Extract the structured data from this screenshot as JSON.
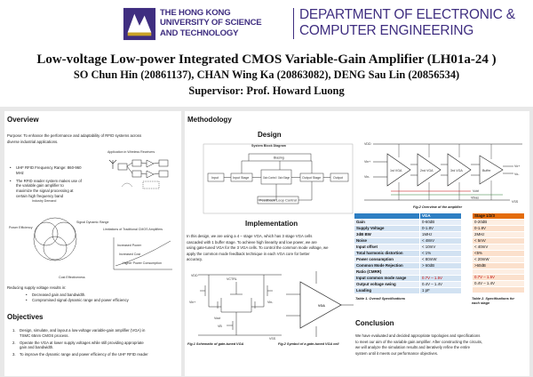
{
  "header": {
    "university_lines": [
      "THE HONG KONG",
      "UNIVERSITY OF SCIENCE",
      "AND TECHNOLOGY"
    ],
    "department_lines": [
      "DEPARTMENT OF ELECTRONIC &",
      "COMPUTER ENGINEERING"
    ],
    "title": "Low-voltage Low-power Integrated CMOS Variable-Gain Amplifier (LH01a-24 )",
    "authors": "SO Chun Hin (20861137), CHAN Wing Ka (20863082), DENG Sau Lin (20856534)",
    "supervisor": "Supervisor: Prof. Howard Luong",
    "colors": {
      "brand": "#3f2e80",
      "logo_gold": "#c9a227"
    }
  },
  "overview": {
    "heading": "Overview",
    "purpose_lines": [
      "Purpose: To enhance the performance and adaptability of RFID systems across",
      "diverse industrial applications."
    ],
    "bullets": [
      [
        "UHF RFID Frequency Range: 860-960",
        "MHz"
      ],
      [
        "The RFID reader system makes use of",
        "the variable gain amplifier to",
        "maximize the signal processing at",
        "certain high frequency band"
      ]
    ],
    "figure_labels": {
      "application_title": "Application in Wireless Receivers",
      "demand_title": "Industry Demand",
      "power_efficiency": "Power Efficiency",
      "signal_range": "Signal Dynamic Range",
      "cost_effectiveness": "Cost Effectiveness",
      "limitations_title": "Limitations of Traditional CMOS Amplifiers",
      "limit_items": [
        "Increased Power",
        "Increased Cost",
        "Higher Power Consumption"
      ]
    },
    "reduce_text": "Reducing supply voltage results in:",
    "reduce_bullets": [
      "Decreased gain and bandwidth.",
      "Compromised signal dynamic range and power efficiency"
    ]
  },
  "objectives": {
    "heading": "Objectives",
    "items": [
      {
        "num": "1.",
        "lines": [
          "Design, simulate, and layout a low-voltage variable-gain amplifier (VGA) in",
          "TSMC 65nm CMOS process."
        ]
      },
      {
        "num": "2.",
        "lines": [
          "Operate the VGA at lower supply voltages while still providing appropriate",
          "gain and bandwidth."
        ]
      },
      {
        "num": "3.",
        "lines": [
          "To improve the dynamic range and power efficiency of the UHF RFID reader"
        ]
      }
    ]
  },
  "methodology": {
    "heading": "Methodology",
    "design_heading": "Design",
    "block_title": "System Block Diagram",
    "blocks": {
      "biasing": "Biasing",
      "input": "Input",
      "input_stage": "Input Stage",
      "gain_control": "Gain Control / Gain Stage",
      "output_stage": "Output Stage",
      "output": "Output",
      "feedback": "Feedback Loop Control"
    },
    "fig2_caption": "Fig.2 Overview of the amplifier",
    "amp_labels": {
      "vdd": "VDD",
      "vss": "VSS",
      "vin_p": "Vin+",
      "vin_m": "Vin-",
      "vout_p": "Vo+",
      "vout_m": "Vo-",
      "stage1": "1st VGA",
      "stage2": "2nd VGA",
      "stage3": "3rd VGA",
      "buffer": "Buffer",
      "vctrl": "Vctrl",
      "vbias": "Vbias"
    }
  },
  "implementation": {
    "heading": "Implementation",
    "text_lines": [
      "In this design, we are using a 4 – stage VGA, which has 3 stage VGA cells",
      "cascaded with 1 buffer stage. To achieve high linearity and low power, we are",
      "using gate-tuned VGA for the 3 VGA cells. To control the common mode voltage, we",
      "apply the common mode feedback technique in each VGA core for better",
      "accuracy."
    ],
    "fig1_caption": "Fig.1 Schematic of gate-tuned VGA",
    "fig2_caption": "Fig.2 Symbol of a gate-tuned VGA cell",
    "schem_labels": {
      "vdd": "VDD",
      "vctrl": "VCTRL",
      "vinp": "Vin+",
      "vinm": "Vin-",
      "vout": "Vout",
      "vss": "VSS",
      "vb": "VB"
    }
  },
  "specs": {
    "t1_headers": [
      "",
      "VGA"
    ],
    "t1_rows": [
      [
        "Gain",
        "0-60dB"
      ],
      [
        "Supply Voltage",
        "0-1.8V"
      ],
      [
        "3dB BW",
        "1MHz"
      ],
      [
        "Noise",
        "< 48nV"
      ],
      [
        "Input offset",
        "< 10mV"
      ],
      [
        "Total harmonic distortion",
        "< 1%"
      ],
      [
        "Power consumption",
        "< 80mW"
      ],
      [
        "Common Mode Rejection",
        "> 60dB"
      ],
      [
        "Ratio (CMRR)",
        ""
      ],
      [
        "Input common mode range",
        "0.7V – 1.5V"
      ],
      [
        "Output voltage swing",
        "0.4V – 1.4V"
      ],
      [
        "Loading",
        "1 pF"
      ]
    ],
    "t2_headers": [
      "Stage 1/2/3"
    ],
    "t2_rows": [
      [
        "0-20dB"
      ],
      [
        "0-1.8V"
      ],
      [
        "2MHz"
      ],
      [
        "< 5mV"
      ],
      [
        "< 40mV"
      ],
      [
        "<5%"
      ],
      [
        "< 20mW"
      ],
      [
        ">60dB"
      ],
      [
        ""
      ],
      [
        "0.7V – 1.5V"
      ],
      [
        "0.4V – 1.4V"
      ],
      [
        ""
      ]
    ],
    "caption1": "Table 1. Overall Specifications",
    "caption2_lines": [
      "Table 2. Specifications for",
      "each stage"
    ]
  },
  "conclusion": {
    "heading": "Conclusion",
    "lines": [
      "We have evaluated and decided appropriate topologies and specifications",
      "to meet our aim of the variable gain amplifier. After constructing the circuits,",
      "we will analyze the simulation results and iteratively refine the entire",
      "system until it meets our performance objectives."
    ]
  }
}
